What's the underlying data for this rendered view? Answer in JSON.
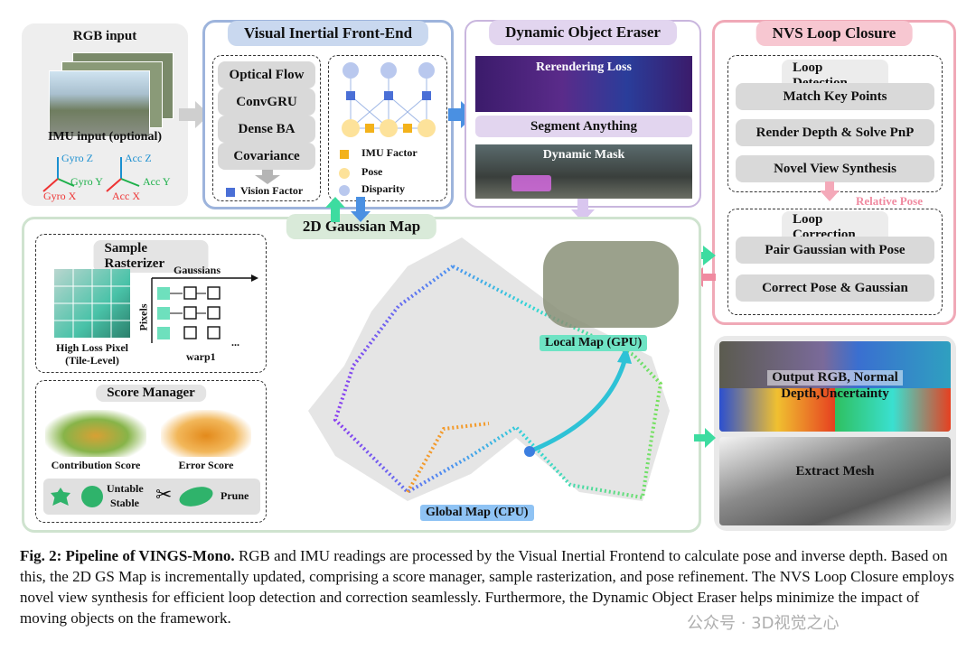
{
  "input_panel": {
    "rgb_label": "RGB input",
    "imu_label": "IMU input (optional)",
    "axes": [
      "Gyro Z",
      "Acc Z",
      "Gyro Y",
      "Acc Y",
      "Gyro X",
      "Acc X"
    ]
  },
  "frontend": {
    "title": "Visual Inertial Front-End",
    "steps": [
      "Optical Flow",
      "ConvGRU",
      "Dense BA",
      "Covariance"
    ],
    "vision_factor": "Vision Factor",
    "legend": [
      "IMU Factor",
      "Pose",
      "Disparity"
    ]
  },
  "eraser": {
    "title": "Dynamic Object Eraser",
    "rerendering_loss": "Rerendering Loss",
    "segment_anything": "Segment Anything",
    "dynamic_mask": "Dynamic Mask"
  },
  "nvs": {
    "title": "NVS Loop Closure",
    "loop_detection": "Loop Detection",
    "detection_steps": [
      "Match Key Points",
      "Render Depth & Solve PnP",
      "Novel View Synthesis"
    ],
    "relative_pose": "Relative Pose",
    "loop_correction": "Loop Correction",
    "correction_steps": [
      "Pair Gaussian with Pose",
      "Correct Pose & Gaussian"
    ]
  },
  "gaussian_map": {
    "title": "2D Gaussian Map",
    "sample_rasterizer": "Sample Rasterizer",
    "gaussians": "Gaussians",
    "pixels": "Pixels",
    "high_loss": "High Loss Pixel",
    "tile_level": "(Tile-Level)",
    "warp": "warp1",
    "ellipsis": "...",
    "score_manager": "Score Manager",
    "contribution_score": "Contribution Score",
    "error_score": "Error Score",
    "untable": "Untable",
    "stable": "Stable",
    "prune": "Prune",
    "local_map": "Local Map (GPU)",
    "global_map": "Global Map (CPU)"
  },
  "outputs": {
    "output_rgb": "Output RGB, Normal",
    "depth": "Depth,Uncertainty",
    "extract_mesh": "Extract Mesh"
  },
  "caption": {
    "lead": "Fig. 2: Pipeline of VINGS-Mono.",
    "text": " RGB and IMU readings are processed by the Visual Inertial Frontend to calculate pose and inverse depth. Based on this, the 2D GS Map is incrementally updated, comprising a score manager, sample rasterization, and pose refinement. The NVS Loop Closure employs novel view synthesis for efficient loop detection and correction seamlessly. Furthermore, the Dynamic Object Eraser helps minimize the impact of moving objects on the framework."
  },
  "watermark": "公众号 · 3D视觉之心",
  "colors": {
    "frontend_border": "#9db4dc",
    "eraser_border": "#c9b6de",
    "nvs_border": "#f0a9b7",
    "map_border": "#cfe3cf",
    "arrow_blue": "#4a90e2",
    "arrow_green": "#3ddca0",
    "arrow_pink": "#f08aa0"
  }
}
